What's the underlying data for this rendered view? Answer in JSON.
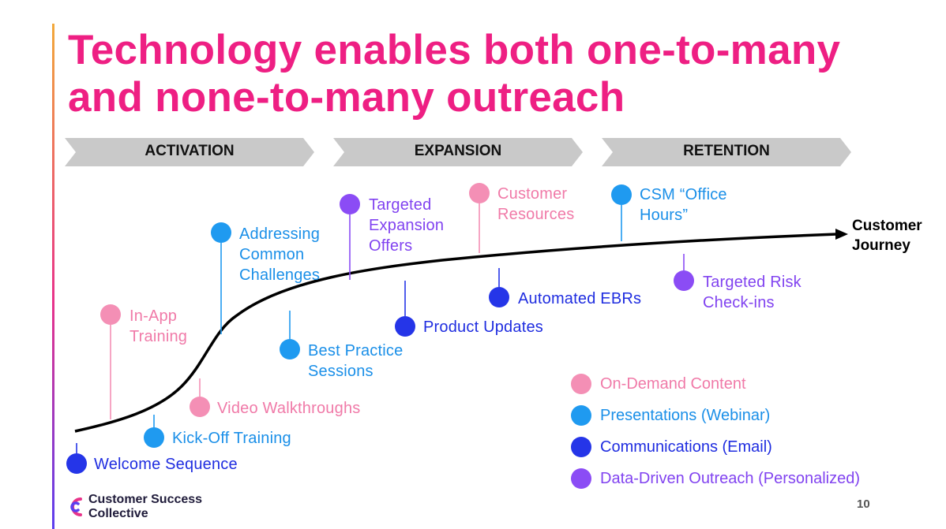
{
  "title": {
    "line1": "Technology enables both one-to-many",
    "line2": "and none-to-many outreach"
  },
  "phases": [
    "ACTIVATION",
    "EXPANSION",
    "RETENTION"
  ],
  "journey_label": {
    "line1": "Customer",
    "line2": "Journey"
  },
  "colors": {
    "on_demand": "#f48fb5",
    "presentations": "#1f9af0",
    "communications": "#2535e8",
    "data_driven": "#8b4cf5",
    "title": "#ee1f83",
    "phase_chevron": "#c9c9c9"
  },
  "touchpoints": [
    {
      "text": "Welcome Sequence",
      "category": "communications"
    },
    {
      "text": "In-App Training",
      "category": "on_demand"
    },
    {
      "text": "Kick-Off Training",
      "category": "presentations"
    },
    {
      "text": "Video Walkthroughs",
      "category": "on_demand"
    },
    {
      "text": "Addressing Common Challenges",
      "category": "presentations"
    },
    {
      "text": "Best Practice Sessions",
      "category": "presentations"
    },
    {
      "text": "Targeted Expansion Offers",
      "category": "data_driven"
    },
    {
      "text": "Product Updates",
      "category": "communications"
    },
    {
      "text": "Customer Resources",
      "category": "on_demand"
    },
    {
      "text": "Automated EBRs",
      "category": "communications"
    },
    {
      "text": "CSM “Office Hours”",
      "category": "presentations"
    },
    {
      "text": "Targeted Risk Check-ins",
      "category": "data_driven"
    }
  ],
  "legend": [
    {
      "label": "On-Demand Content",
      "category": "on_demand"
    },
    {
      "label": "Presentations (Webinar)",
      "category": "presentations"
    },
    {
      "label": "Communications (Email)",
      "category": "communications"
    },
    {
      "label": "Data-Driven Outreach (Personalized)",
      "category": "data_driven"
    }
  ],
  "footer": {
    "brand_line1": "Customer Success",
    "brand_line2": "Collective",
    "page_number": "10"
  }
}
